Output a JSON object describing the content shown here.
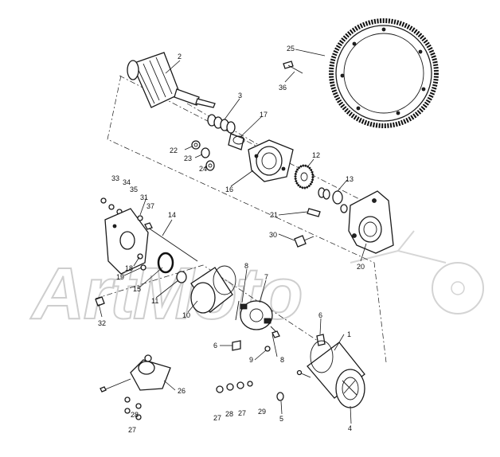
{
  "diagram": {
    "title": "",
    "watermark": "ArtMoto",
    "callouts": [
      "1",
      "2",
      "3",
      "4",
      "5",
      "6",
      "6",
      "7",
      "8",
      "8",
      "9",
      "10",
      "11",
      "12",
      "13",
      "14",
      "15",
      "16",
      "17",
      "18",
      "19",
      "20",
      "21",
      "22",
      "23",
      "24",
      "25",
      "26",
      "27",
      "27",
      "27",
      "28",
      "28",
      "29",
      "30",
      "31",
      "32",
      "33",
      "34",
      "35",
      "36",
      "37"
    ]
  }
}
